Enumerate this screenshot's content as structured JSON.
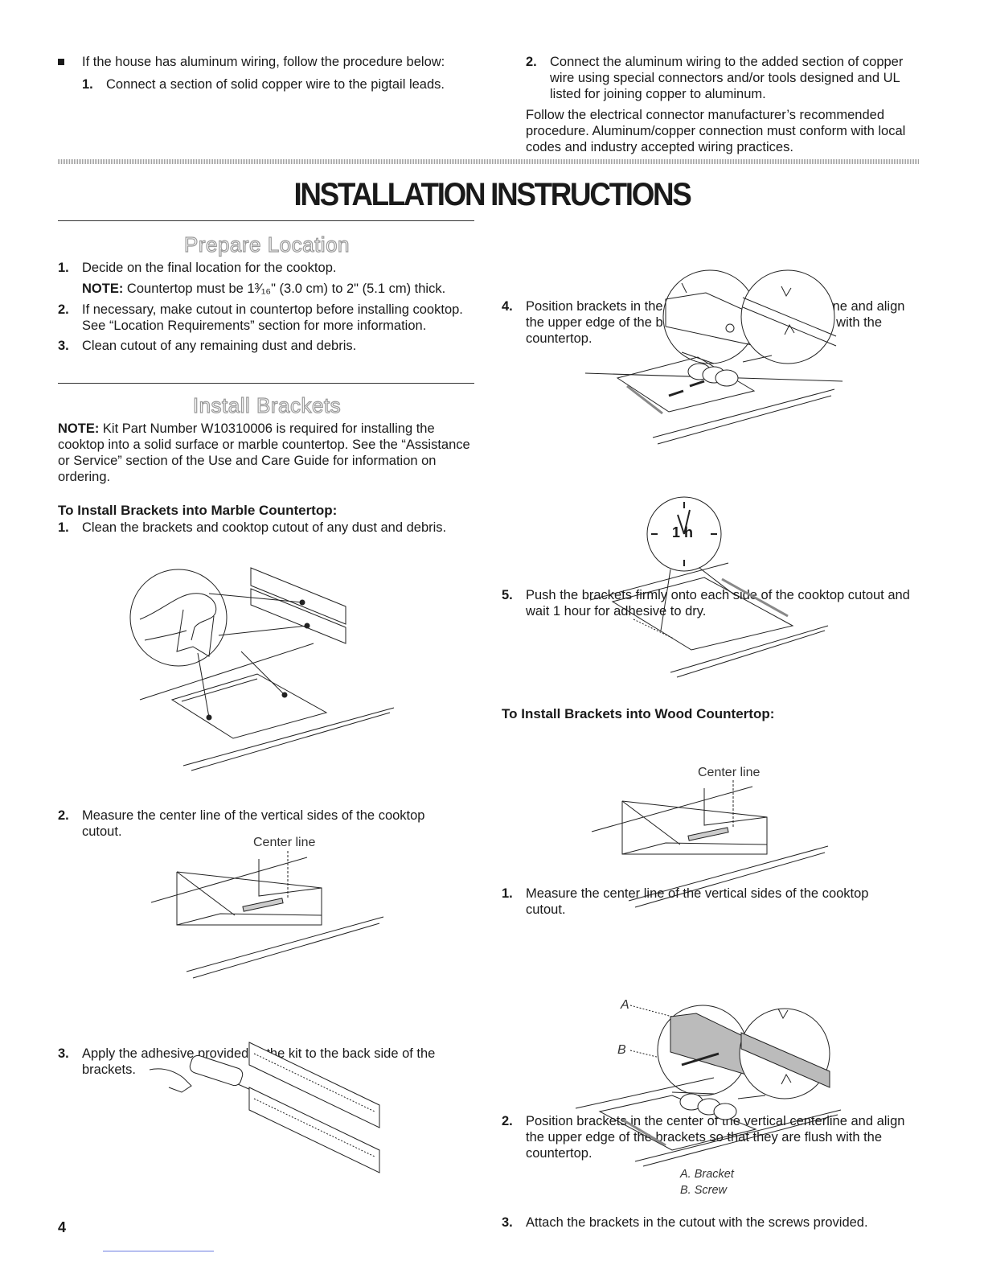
{
  "intro": {
    "bullet_text": "If the house has aluminum wiring, follow the procedure below:",
    "step1_num": "1.",
    "step1_text": "Connect a section of solid copper wire to the pigtail leads.",
    "step2_num": "2.",
    "step2_text": "Connect the aluminum wiring to the added section of copper wire using special connectors and/or tools designed and UL listed for joining copper to aluminum.",
    "follow_text": "Follow the electrical connector manufacturer’s recommended procedure. Aluminum/copper connection must conform with local codes and industry accepted wiring practices."
  },
  "title": "INSTALLATION INSTRUCTIONS",
  "prepare": {
    "heading": "Prepare Location",
    "steps": [
      {
        "num": "1.",
        "text": "Decide on the final location for the cooktop."
      },
      {
        "num": "2.",
        "text": "If necessary, make cutout in countertop before installing cooktop. See “Location Requirements” section for more information."
      },
      {
        "num": "3.",
        "text": "Clean cutout of any remaining dust and debris."
      }
    ],
    "note_label": "NOTE:",
    "note_text": " Countertop must be 1³⁄₁₆\" (3.0 cm) to 2\" (5.1 cm) thick."
  },
  "brackets": {
    "heading": "Install Brackets",
    "note_label": "NOTE:",
    "note_text": " Kit Part Number W10310006 is required for installing the cooktop into a solid surface or marble countertop. See the “Assistance or Service” section of the Use and Care Guide for information on ordering.",
    "marble_heading": "To Install Brackets into Marble Countertop:",
    "marble_steps": [
      {
        "num": "1.",
        "text": "Clean the brackets and cooktop cutout of any dust and debris."
      },
      {
        "num": "2.",
        "text": "Measure the center line of the vertical sides of the cooktop cutout."
      },
      {
        "num": "3.",
        "text": "Apply the adhesive provided in the kit to the back side of the brackets."
      },
      {
        "num": "4.",
        "text": "Position brackets in the center of the vertical centerline and align the upper edge of the brackets so that they are flush with the countertop."
      },
      {
        "num": "5.",
        "text": "Push the brackets firmly onto each side of the cooktop cutout and wait 1 hour for adhesive to dry."
      }
    ],
    "center_line_label": "Center line",
    "clock_label": "1 h",
    "wood_heading": "To Install Brackets into Wood Countertop:",
    "wood_steps": [
      {
        "num": "1.",
        "text": "Measure the center line of the vertical sides of the cooktop cutout."
      },
      {
        "num": "2.",
        "text": "Position brackets in the center of the vertical centerline and align the upper edge of the brackets so that they are flush with the countertop."
      },
      {
        "num": "3.",
        "text": "Attach the brackets in the cutout with the screws provided."
      }
    ],
    "callout_a": "A",
    "callout_b": "B",
    "caption_a": "A. Bracket",
    "caption_b": "B. Screw"
  },
  "page_number": "4"
}
